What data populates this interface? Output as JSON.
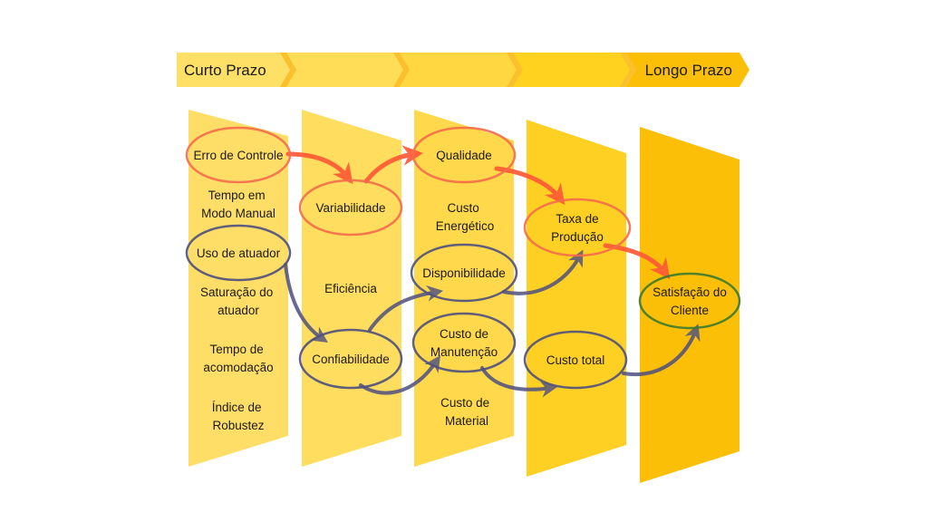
{
  "timeline": {
    "segments": [
      {
        "label": "Curto Prazo",
        "color": "#FFE066"
      },
      {
        "label": "",
        "color": "#FFDD57"
      },
      {
        "label": "",
        "color": "#FFD740"
      },
      {
        "label": "",
        "color": "#FFD21F"
      },
      {
        "label": "Longo Prazo",
        "color": "#FCBF08"
      }
    ],
    "chevron_color": "#FBC02D"
  },
  "columns": [
    {
      "color": "#FFDE68"
    },
    {
      "color": "#FFDD5E"
    },
    {
      "color": "#FFD94B"
    },
    {
      "color": "#FFD024"
    },
    {
      "color": "#FCBF08"
    }
  ],
  "colors": {
    "red": "#FF5A36",
    "red_outline": "#F56A4A",
    "blue": "#4E4F7F",
    "green": "#3C7A2E"
  },
  "nodes": {
    "erro_controle": {
      "lines": [
        "Erro de Controle"
      ],
      "outline": "red"
    },
    "variabilidade": {
      "lines": [
        "Variabilidade"
      ],
      "outline": "red"
    },
    "qualidade": {
      "lines": [
        "Qualidade"
      ],
      "outline": "red"
    },
    "taxa_producao": {
      "lines": [
        "Taxa de",
        "Produção"
      ],
      "outline": "red"
    },
    "satisfacao": {
      "lines": [
        "Satisfação do",
        "Cliente"
      ],
      "outline": "green"
    },
    "uso_atuador": {
      "lines": [
        "Uso de atuador"
      ],
      "outline": "blue"
    },
    "confiabilidade": {
      "lines": [
        "Confiabilidade"
      ],
      "outline": "blue"
    },
    "disponibilidade": {
      "lines": [
        "Disponibilidade"
      ],
      "outline": "blue"
    },
    "custo_manutencao": {
      "lines": [
        "Custo de",
        "Manutenção"
      ],
      "outline": "blue"
    },
    "custo_total": {
      "lines": [
        "Custo total"
      ],
      "outline": "blue"
    }
  },
  "plain_labels": {
    "tempo_modo_manual": [
      "Tempo em",
      "Modo Manual"
    ],
    "saturacao_atuador": [
      "Saturação do",
      "atuador"
    ],
    "tempo_acomodacao": [
      "Tempo de",
      "acomodação"
    ],
    "indice_robustez": [
      "Índice de",
      "Robustez"
    ],
    "eficiencia": [
      "Eficiência"
    ],
    "custo_energetico": [
      "Custo",
      "Energético"
    ],
    "custo_material": [
      "Custo de",
      "Material"
    ]
  },
  "edges": [
    {
      "from": "erro_controle",
      "to": "variabilidade",
      "color": "red"
    },
    {
      "from": "variabilidade",
      "to": "qualidade",
      "color": "red"
    },
    {
      "from": "qualidade",
      "to": "taxa_producao",
      "color": "red"
    },
    {
      "from": "taxa_producao",
      "to": "satisfacao",
      "color": "red"
    },
    {
      "from": "uso_atuador",
      "to": "confiabilidade",
      "color": "blue"
    },
    {
      "from": "confiabilidade",
      "to": "disponibilidade",
      "color": "blue"
    },
    {
      "from": "confiabilidade",
      "to": "custo_manutencao",
      "color": "blue"
    },
    {
      "from": "disponibilidade",
      "to": "taxa_producao",
      "color": "blue"
    },
    {
      "from": "custo_manutencao",
      "to": "custo_total",
      "color": "blue"
    },
    {
      "from": "custo_total",
      "to": "satisfacao",
      "color": "blue"
    }
  ]
}
